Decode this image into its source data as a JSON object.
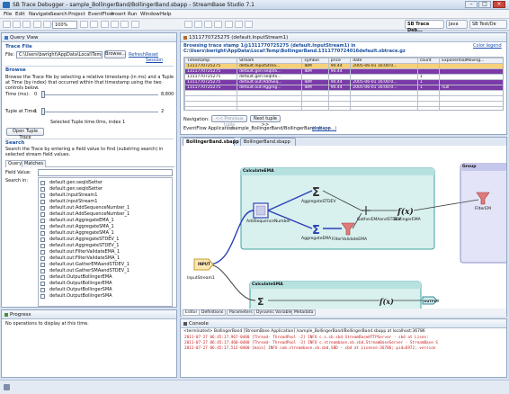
{
  "window": {
    "title": "SB Trace Debugger - sample_BollingerBand/BollingerBand.sbapp - StreamBase Studio 7.1",
    "minimize": "–",
    "maximize": "□",
    "close": "×"
  },
  "menu": [
    "File",
    "Edit",
    "Navigate",
    "Search",
    "Project",
    "EventFlow",
    "Insert",
    "Run",
    "Window",
    "Help"
  ],
  "toolbar": {
    "zoom": "100%",
    "perspectives": [
      "SB Trace Deb...",
      "Java",
      "SB Test/De"
    ]
  },
  "query_view": {
    "tab_label": "Query View",
    "trace_file_title": "Trace File",
    "file_label": "File:",
    "file_value": "C:\\Users\\bwright\\AppData\\Local\\Temp\\Bo",
    "browse_button": "Browse...",
    "refresh_link": "Refresh",
    "reset_session_link": "Reset Session",
    "browse_title": "Browse",
    "browse_desc": "Browse the Trace file by selecting a relative timestamp (in ms) and a Tuple at Time (by index) that occurred within that timestamp using the two controls below.",
    "time_label": "Time (ms):",
    "time_min": "0",
    "time_max": "8,800",
    "time_fraction": 0.0,
    "tuple_label": "Tuple at Time:",
    "tuple_min": "1",
    "tuple_max": "2",
    "tuple_fraction": 0.0,
    "selected_text": "Selected Tuple time:0ms, index 1",
    "open_tuple_button": "Open Tuple Trace",
    "search_title": "Search",
    "search_desc": "Search the Trace by entering a field value to find (substring search) in selected stream field values.",
    "subtabs": [
      "Query",
      "Matches"
    ],
    "field_value_label": "Field Value:",
    "search_in_label": "Search in:",
    "search_fields": [
      "default.gen:seqIdSetter",
      "default.gen:seqIdSetter",
      "default.InputStream1",
      "default.InputStream1",
      "default.out:AddSequenceNumber_1",
      "default.out:AddSequenceNumber_1",
      "default.out:AggregateEMA_1",
      "default.out:AggregateSMA_1",
      "default.out:AggregateSMA_1",
      "default.out:AggregateSTDEV_1",
      "default.out:AggregateSTDEV_1",
      "default.out:FilterValidateEMA_1",
      "default.out:FilterValidateSMA_1",
      "default.out:GatherEMAandSTDEV_1",
      "default.out:GatherSMAandSTDEV_1",
      "default.OutputBollingerEMA",
      "default.OutputBollingerEMA",
      "default.OutputBollingerSMA",
      "default.OutputBollingerSMA"
    ]
  },
  "progress_view": {
    "tab_label": "Progress",
    "message": "No operations to display at this time."
  },
  "trace_view": {
    "tab_label": "1311770725275 (default.InputStream1)",
    "heading_line1": "Browsing trace stamp 1@1311770725275 (default.InputStream1) in",
    "heading_line2": "C:\\Users\\bwright\\AppData\\Local\\Temp\\BollingerBand.1311770724016default.sbtrace.gz",
    "color_legend_link": "Color legend",
    "columns": [
      "Timestamp",
      "Stream",
      "symbol",
      "price",
      "date",
      "count",
      "ExponentialMoving..."
    ],
    "rows": [
      {
        "cells": [
          "1311770725275",
          "default.InputStrea...",
          "IBM",
          "90.44",
          "2005-06-01 16:00:0...",
          "",
          ""
        ],
        "style": "orange"
      },
      {
        "cells": [
          "1311770725275",
          "default.gen:seqIdS...",
          "IBM",
          "90.44",
          "",
          "",
          ""
        ],
        "style": "purple"
      },
      {
        "cells": [
          "1311770725275",
          "default.gen:seqIdS...",
          "",
          "",
          "",
          "1",
          ""
        ],
        "style": "white"
      },
      {
        "cells": [
          "1311770725275",
          "default.out:AddSeq...",
          "IBM",
          "90.44",
          "2005-06-01 16:00:0...",
          "1",
          ""
        ],
        "style": "purple"
      },
      {
        "cells": [
          "1311770725275",
          "default.out:Aggreg...",
          "IBM",
          "90.44",
          "2005-06-01 16:00:0...",
          "1",
          "null"
        ],
        "style": "purple"
      }
    ],
    "navigation_label": "Navigation:",
    "prev_button": "<< Previous tuple",
    "next_button": "Next tuple >>",
    "eventflow_label": "EventFlow Application:",
    "eventflow_path": "/sample_BollingerBand/BollingerBand.sbapp",
    "replace_link": "(replace...)"
  },
  "editor": {
    "tabs": [
      "BollingerBand.sbapp",
      "BollingerBand.sbapp"
    ],
    "input_stream_label": "INPUT",
    "input_stream_name": "InputStream1",
    "groups": {
      "ema": "CalculateEMA",
      "sma": "CalculateSMA",
      "right": "Group"
    },
    "operators": {
      "add_seq": "AddSequenceNumber",
      "agg_ema": "AggregateEMA",
      "agg_stdev": "AggregateSTDEV",
      "filter_ema": "FilterValidateEMA",
      "gather": "GatherEMAandSTDEV",
      "bollinger": "BollingerEMA",
      "filter_right": "FilterEM",
      "output": "OUTPUT"
    },
    "bottom_tabs": [
      "Editor",
      "Definitions",
      "Parameters",
      "Dynamic Variables",
      "Metadata"
    ]
  },
  "console": {
    "tab_label": "Console",
    "header": "<terminated> BollingerBand [StreamBase Application] /sample_BollingerBand/BollingerBand.sbapp at localhost:36786",
    "lines": [
      "2011-07-27 06:45:17.967-0400 [Thread- ThreadPool -2] INFO  c.s.sb.sbd.StreamBaseHTTPServer - sbd at Lisen:",
      "2011-07-27 06:45:17.460-0400 [Thread- ThreadPool -3] INFO  c.streambase.sb.sbd.StreamBaseServer - StreamBase S",
      "2011-07-27 06:45:17.512-0400 [main] INFO  com.streambase.sb.sbd.SBD - sbd at Lisense:36786; pid=6972; version"
    ]
  },
  "colors": {
    "orange_row": "#f6d07a",
    "purple_row": "#7b3aa8",
    "group_fill": "#d8f0ee",
    "group_border": "#3fa3a0",
    "link_blue": "#1a4fb4",
    "console_red": "#c81e1e"
  }
}
